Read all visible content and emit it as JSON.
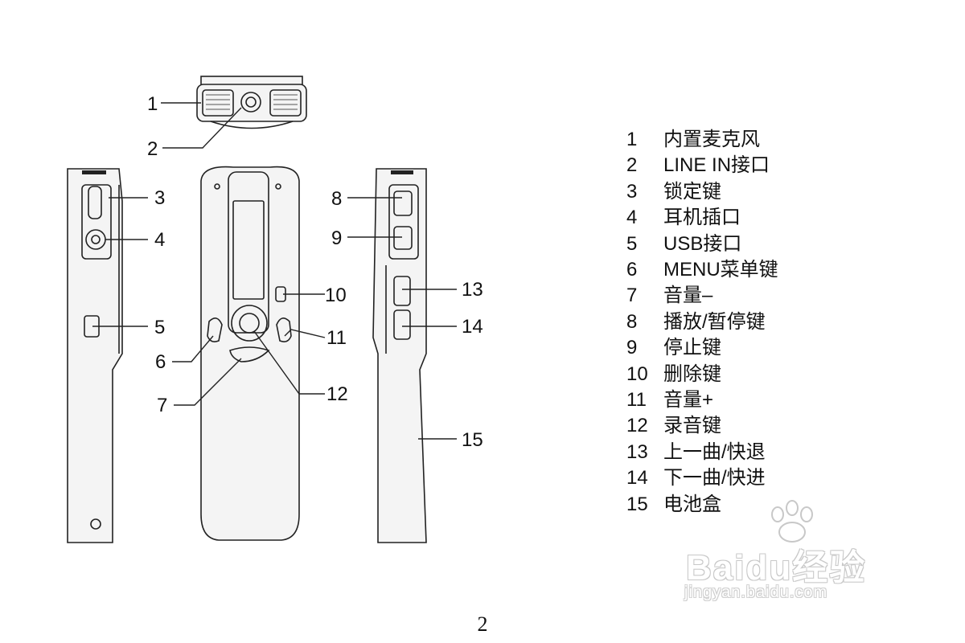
{
  "callouts": [
    "1",
    "2",
    "3",
    "4",
    "5",
    "6",
    "7",
    "8",
    "9",
    "10",
    "11",
    "12",
    "13",
    "14",
    "15"
  ],
  "legend": [
    {
      "num": "1",
      "label": "内置麦克风"
    },
    {
      "num": "2",
      "label": "LINE IN接口"
    },
    {
      "num": "3",
      "label": "锁定键"
    },
    {
      "num": "4",
      "label": "耳机插口"
    },
    {
      "num": "5",
      "label": "USB接口"
    },
    {
      "num": "6",
      "label": "MENU菜单键"
    },
    {
      "num": "7",
      "label": "音量–"
    },
    {
      "num": "8",
      "label": "播放/暂停键"
    },
    {
      "num": "9",
      "label": "停止键"
    },
    {
      "num": "10",
      "label": "删除键"
    },
    {
      "num": "11",
      "label": "音量+"
    },
    {
      "num": "12",
      "label": "录音键"
    },
    {
      "num": "13",
      "label": "上一曲/快退"
    },
    {
      "num": "14",
      "label": "下一曲/快进"
    },
    {
      "num": "15",
      "label": "电池盒"
    }
  ],
  "page_number": "2",
  "watermark": {
    "logo_text": "Baidu经验",
    "url": "jingyan.baidu.com"
  },
  "colors": {
    "line": "#222222",
    "device_fill": "#f4f4f4",
    "watermark": "#c8c8c8"
  }
}
